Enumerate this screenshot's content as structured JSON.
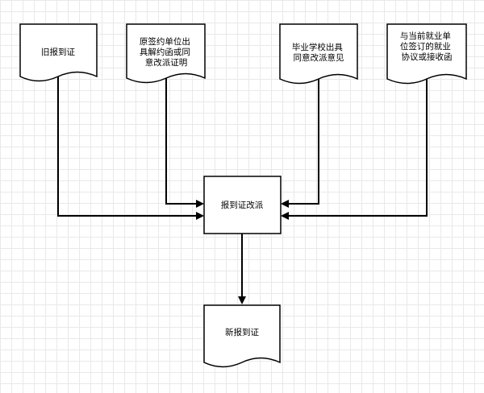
{
  "diagram": {
    "nodes": {
      "old_certificate": "旧报到证",
      "original_employer_proof": [
        "原签约单位出",
        "具解约函或同",
        "意改派证明"
      ],
      "school_approval": [
        "毕业学校出具",
        "同意改派意见"
      ],
      "new_employer_agreement": [
        "与当前就业单",
        "位签订的就业",
        "协议或接收函"
      ],
      "reassignment": "报到证改派",
      "new_certificate": "新报到证"
    },
    "edges": [
      {
        "from": "old_certificate",
        "to": "reassignment"
      },
      {
        "from": "original_employer_proof",
        "to": "reassignment"
      },
      {
        "from": "school_approval",
        "to": "reassignment"
      },
      {
        "from": "new_employer_agreement",
        "to": "reassignment"
      },
      {
        "from": "reassignment",
        "to": "new_certificate"
      }
    ]
  },
  "colors": {
    "stroke": "#000000",
    "fill": "#ffffff",
    "grid": "#e9e9e9"
  }
}
